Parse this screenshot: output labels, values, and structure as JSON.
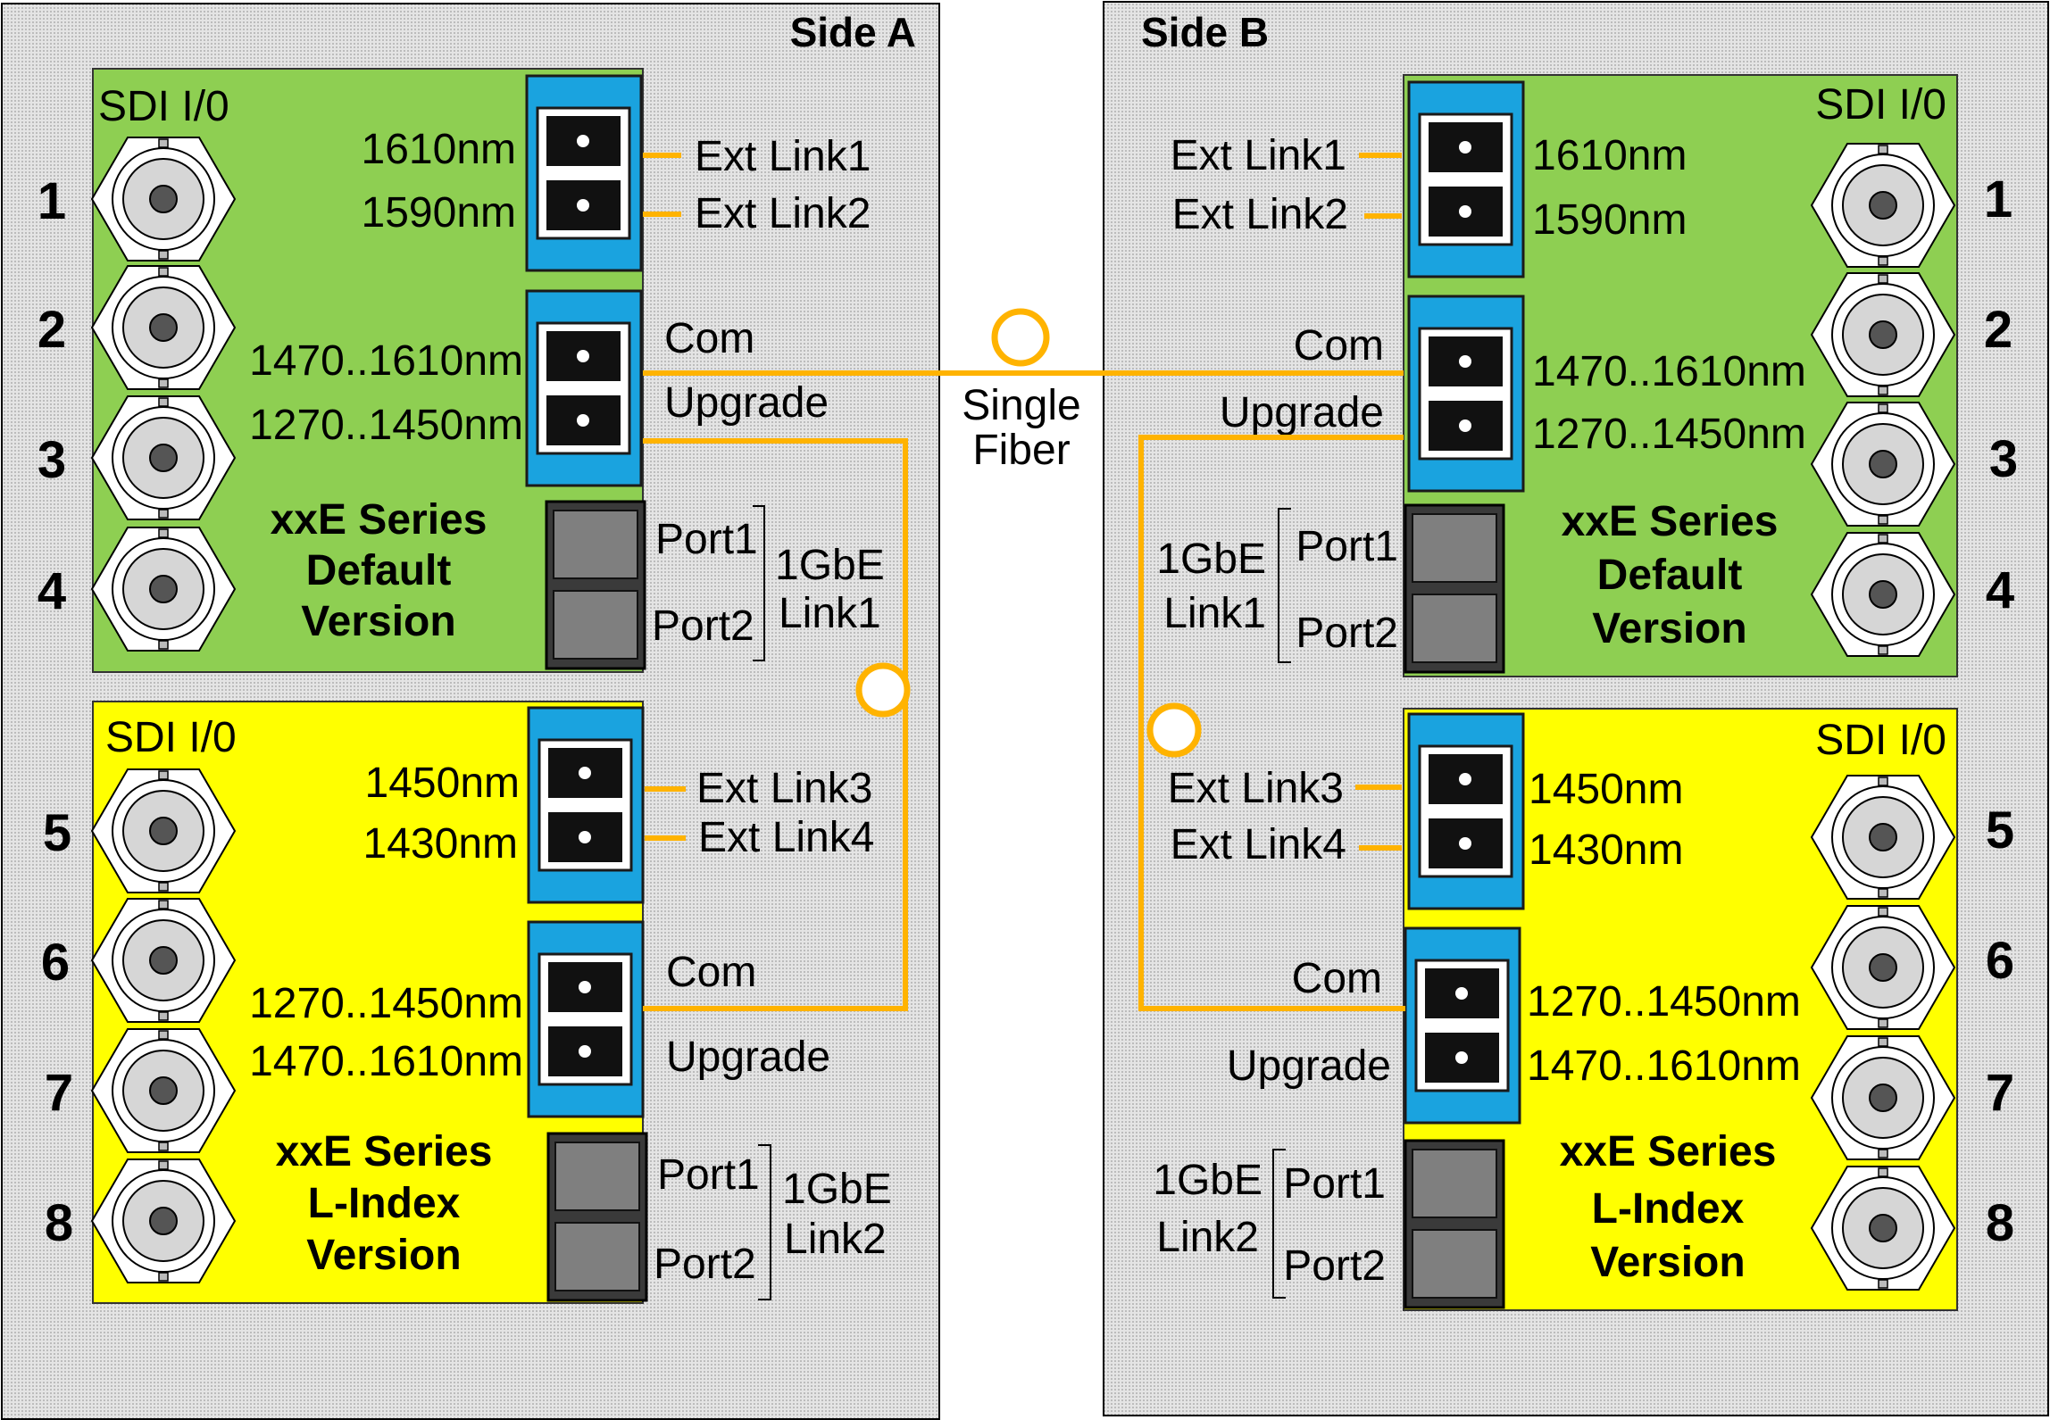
{
  "side_a": {
    "title": "Side A",
    "default_card": {
      "sdi_label": "SDI I/0",
      "bnc_numbers": [
        "1",
        "2",
        "3",
        "4"
      ],
      "ext_connector": {
        "wavelengths": [
          "1610nm",
          "1590nm"
        ],
        "links": [
          "Ext Link1",
          "Ext Link2"
        ]
      },
      "com_connector": {
        "wavelengths": [
          "1470..1610nm",
          "1270..1450nm"
        ],
        "ports": [
          "Com",
          "Upgrade"
        ]
      },
      "gbe": {
        "ports": [
          "Port1",
          "Port2"
        ],
        "link": [
          "1GbE",
          "Link1"
        ]
      },
      "series": [
        "xxE Series",
        "Default",
        "Version"
      ]
    },
    "lindex_card": {
      "sdi_label": "SDI I/0",
      "bnc_numbers": [
        "5",
        "6",
        "7",
        "8"
      ],
      "ext_connector": {
        "wavelengths": [
          "1450nm",
          "1430nm"
        ],
        "links": [
          "Ext Link3",
          "Ext Link4"
        ]
      },
      "com_connector": {
        "wavelengths": [
          "1270..1450nm",
          "1470..1610nm"
        ],
        "ports": [
          "Com",
          "Upgrade"
        ]
      },
      "gbe": {
        "ports": [
          "Port1",
          "Port2"
        ],
        "link": [
          "1GbE",
          "Link2"
        ]
      },
      "series": [
        "xxE Series",
        "L-Index",
        "Version"
      ]
    }
  },
  "side_b": {
    "title": "Side B",
    "default_card": {
      "sdi_label": "SDI I/0",
      "bnc_numbers": [
        "1",
        "2",
        "3",
        "4"
      ],
      "ext_connector": {
        "wavelengths": [
          "1610nm",
          "1590nm"
        ],
        "links": [
          "Ext Link1",
          "Ext Link2"
        ]
      },
      "com_connector": {
        "wavelengths": [
          "1470..1610nm",
          "1270..1450nm"
        ],
        "ports": [
          "Com",
          "Upgrade"
        ]
      },
      "gbe": {
        "ports": [
          "Port1",
          "Port2"
        ],
        "link": [
          "1GbE",
          "Link1"
        ]
      },
      "series": [
        "xxE Series",
        "Default",
        "Version"
      ]
    },
    "lindex_card": {
      "sdi_label": "SDI I/0",
      "bnc_numbers": [
        "5",
        "6",
        "7",
        "8"
      ],
      "ext_connector": {
        "wavelengths": [
          "1450nm",
          "1430nm"
        ],
        "links": [
          "Ext Link3",
          "Ext Link4"
        ]
      },
      "com_connector": {
        "wavelengths": [
          "1270..1450nm",
          "1470..1610nm"
        ],
        "ports": [
          "Com",
          "Upgrade"
        ]
      },
      "gbe": {
        "ports": [
          "Port1",
          "Port2"
        ],
        "link": [
          "1GbE",
          "Link2"
        ]
      },
      "series": [
        "xxE Series",
        "L-Index",
        "Version"
      ]
    }
  },
  "fiber": {
    "label": [
      "Single",
      "Fiber"
    ]
  },
  "colors": {
    "default_card": "#8ecf52",
    "lindex_card": "#ffff00",
    "connector_blue": "#1aa3df",
    "fiber_orange": "#ffb300",
    "gbe_port": "#7f7f7f",
    "panel_gray": "#d9d9d9"
  }
}
